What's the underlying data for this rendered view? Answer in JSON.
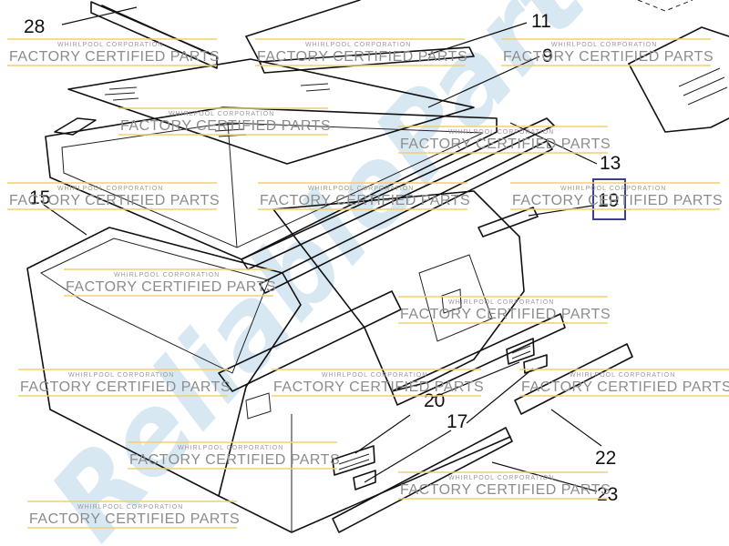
{
  "callouts": {
    "c28": "28",
    "c11": "11",
    "c9": "9",
    "c13": "13",
    "c19": "19",
    "c15": "15",
    "c20": "20",
    "c17": "17",
    "c22": "22",
    "c23": "23"
  },
  "highlight_color": "#3d3f8f",
  "watermark": {
    "corp": "WHIRLPOOL CORPORATION",
    "label": "FACTORY CERTIFIED PARTS",
    "bar_color": "#f0cf73"
  },
  "brand_watermark": "ReliableParts"
}
